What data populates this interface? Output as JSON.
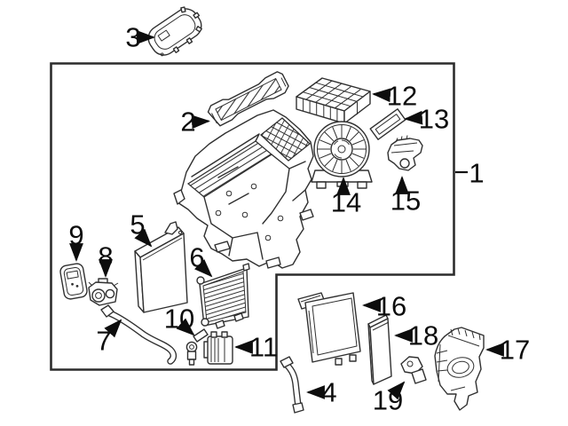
{
  "figure": {
    "type": "exploded-parts-diagram",
    "subject": "hvac-evaporator-and-blower-assembly",
    "colors": {
      "background": "#ffffff",
      "line": "#303030",
      "label": "#0d0d0d"
    },
    "callouts": [
      {
        "number": "1"
      },
      {
        "number": "2"
      },
      {
        "number": "3"
      },
      {
        "number": "4"
      },
      {
        "number": "5"
      },
      {
        "number": "6"
      },
      {
        "number": "7"
      },
      {
        "number": "8"
      },
      {
        "number": "9"
      },
      {
        "number": "10"
      },
      {
        "number": "11"
      },
      {
        "number": "12"
      },
      {
        "number": "13"
      },
      {
        "number": "14"
      },
      {
        "number": "15"
      },
      {
        "number": "16"
      },
      {
        "number": "17"
      },
      {
        "number": "18"
      },
      {
        "number": "19"
      }
    ]
  }
}
